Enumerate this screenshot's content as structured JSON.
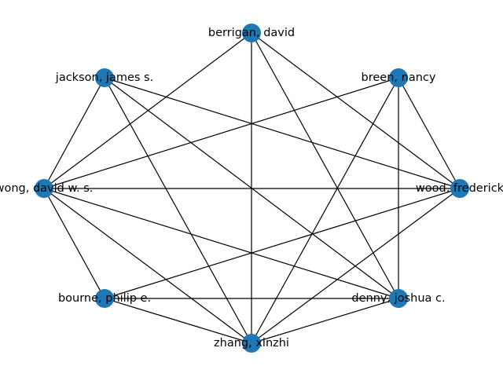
{
  "graph": {
    "node_color": "#1f77b4",
    "edge_color": "#000000",
    "nodes": [
      {
        "id": "berrigan",
        "label": "berrigan, david"
      },
      {
        "id": "breen",
        "label": "breen, nancy"
      },
      {
        "id": "wood",
        "label": "wood, frederick"
      },
      {
        "id": "denny",
        "label": "denny, joshua c."
      },
      {
        "id": "zhang",
        "label": "zhang, xinzhi"
      },
      {
        "id": "bourne",
        "label": "bourne, philip e."
      },
      {
        "id": "wong",
        "label": "wong, david w. s."
      },
      {
        "id": "jackson",
        "label": "jackson, james s."
      }
    ],
    "edges": [
      [
        "berrigan",
        "zhang"
      ],
      [
        "berrigan",
        "wong"
      ],
      [
        "berrigan",
        "wood"
      ],
      [
        "berrigan",
        "denny"
      ],
      [
        "breen",
        "wong"
      ],
      [
        "breen",
        "wood"
      ],
      [
        "breen",
        "denny"
      ],
      [
        "breen",
        "zhang"
      ],
      [
        "jackson",
        "wong"
      ],
      [
        "jackson",
        "wood"
      ],
      [
        "jackson",
        "denny"
      ],
      [
        "jackson",
        "zhang"
      ],
      [
        "wong",
        "wood"
      ],
      [
        "wong",
        "bourne"
      ],
      [
        "wong",
        "zhang"
      ],
      [
        "wong",
        "denny"
      ],
      [
        "wood",
        "bourne"
      ],
      [
        "wood",
        "zhang"
      ],
      [
        "bourne",
        "denny"
      ],
      [
        "bourne",
        "zhang"
      ],
      [
        "zhang",
        "denny"
      ]
    ]
  }
}
